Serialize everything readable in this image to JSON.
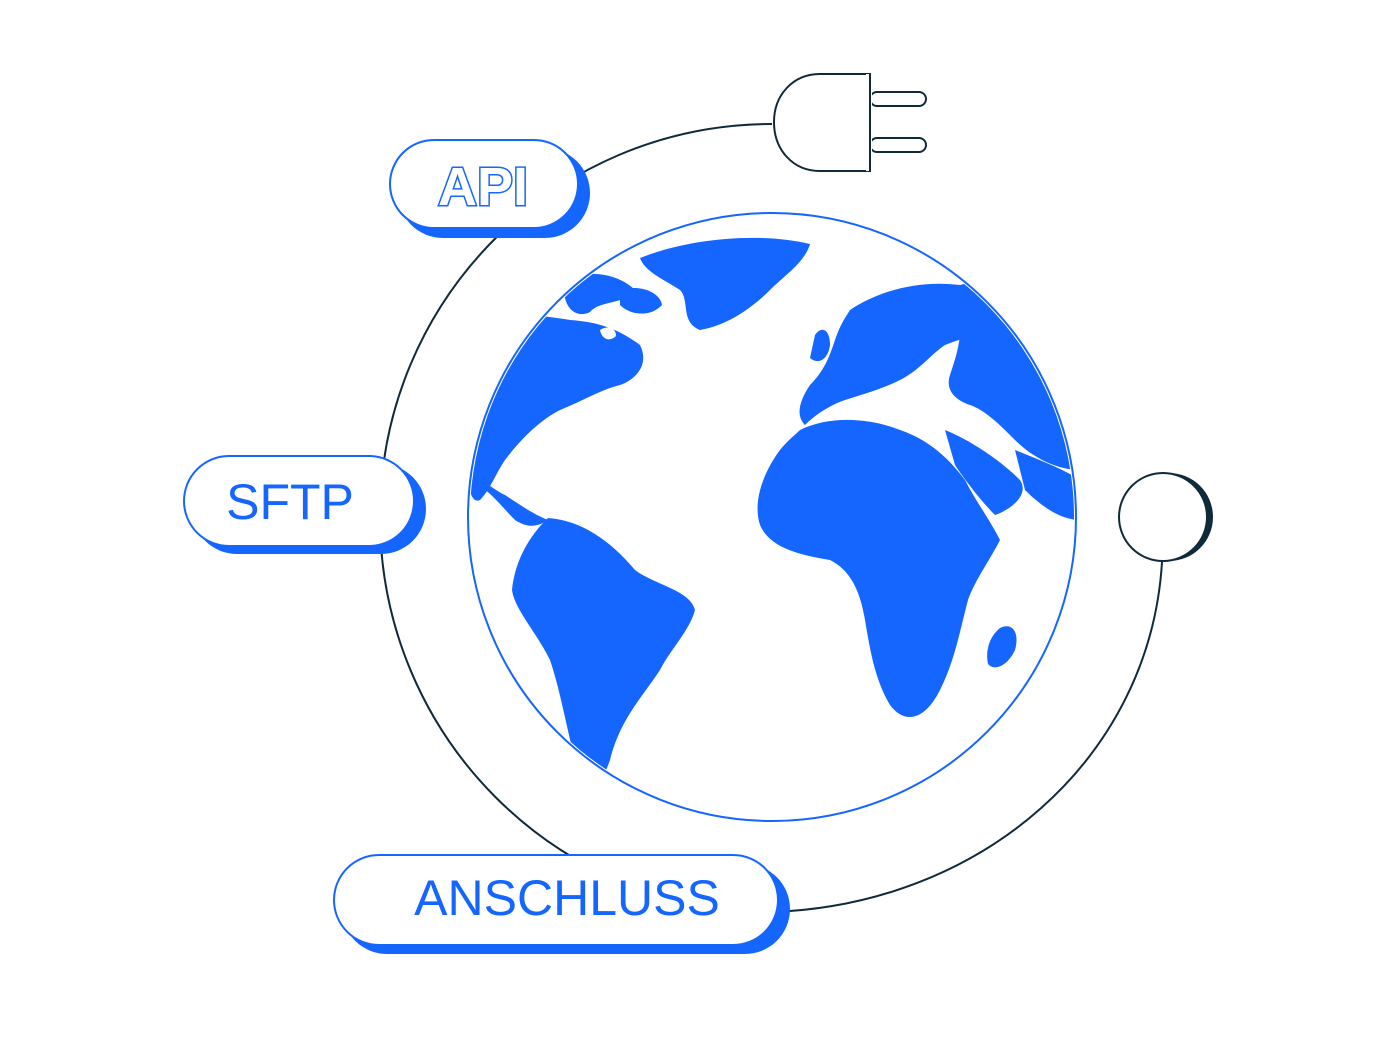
{
  "colors": {
    "accent": "#1565ff",
    "line": "#102a3a",
    "background": "#ffffff"
  },
  "icons": {
    "plug": "plug-icon",
    "globe": "globe-icon",
    "connector_end": "ring-node-icon"
  },
  "labels": {
    "api": "API",
    "sftp": "SFTP",
    "anschluss": "ANSCHLUSS"
  }
}
